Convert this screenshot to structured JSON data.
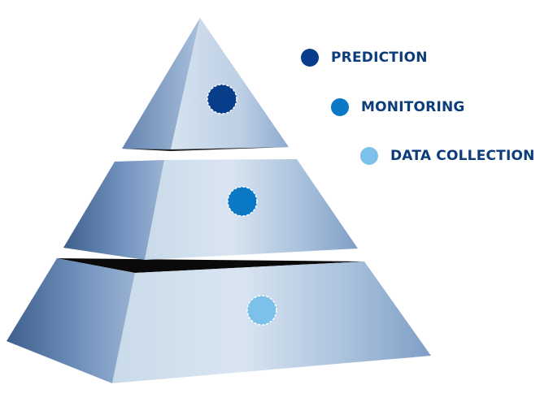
{
  "diagram": {
    "levels": [
      {
        "label": "PREDICTION",
        "color": "#073d8a"
      },
      {
        "label": "MONITORING",
        "color": "#0a78c4"
      },
      {
        "label": "DATA COLLECTION",
        "color": "#7cc1ea"
      }
    ],
    "colors": {
      "label_text": "#0d3c7a",
      "face_light": "#d3e1ef",
      "face_mid": "#9fb8d6",
      "face_dark": "#4a6a96",
      "gap_dark": "#0a0a0a"
    }
  }
}
